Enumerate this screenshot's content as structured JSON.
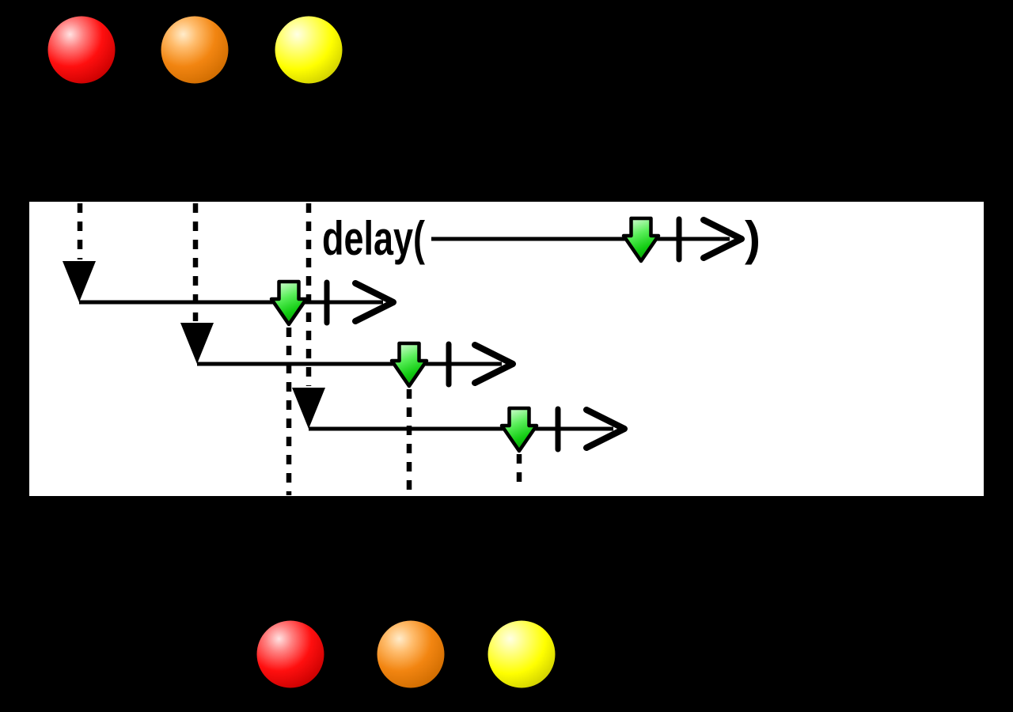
{
  "diagram": {
    "type": "rx-marble-diagram",
    "operator": {
      "label_open": "delay(",
      "label_close": ")"
    },
    "colors": {
      "background": "#000000",
      "box_fill": "#ffffff",
      "stroke": "#000000",
      "red": "#ff1010",
      "orange": "#f28511",
      "yellow": "#ffff00",
      "green": "#2ecc2e"
    },
    "source_marbles": [
      {
        "id": "red"
      },
      {
        "id": "orange"
      },
      {
        "id": "yellow"
      }
    ],
    "inner_timelines": [
      {
        "source": "red",
        "signal": "green-delay-arrow",
        "completed": true
      },
      {
        "source": "orange",
        "signal": "green-delay-arrow",
        "completed": true
      },
      {
        "source": "yellow",
        "signal": "green-delay-arrow",
        "completed": true
      }
    ],
    "output_marbles": [
      {
        "id": "red"
      },
      {
        "id": "orange"
      },
      {
        "id": "yellow"
      }
    ]
  }
}
